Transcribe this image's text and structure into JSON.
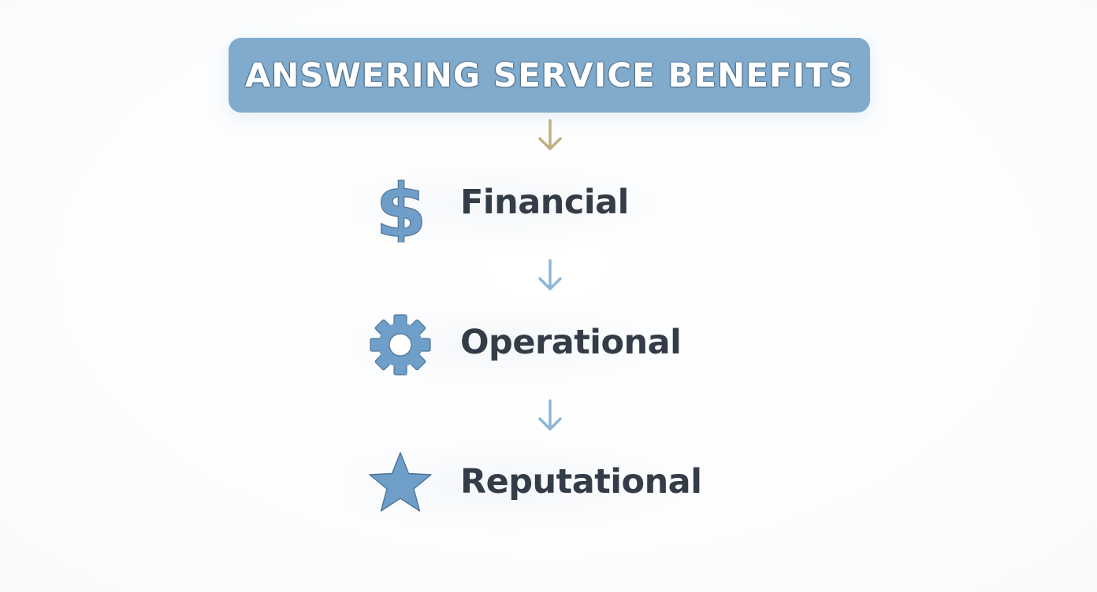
{
  "title": "ANSWERING SERVICE BENEFITS",
  "colors": {
    "title_bg": "#80abcd",
    "icon_fill": "#6f9fc8",
    "icon_stroke": "#4d7396",
    "first_arrow": "#c2ae84",
    "arrow": "#8fb6d6",
    "label_text": "#343d47"
  },
  "items": [
    {
      "label": "Financial",
      "icon": "dollar-sign-icon"
    },
    {
      "label": "Operational",
      "icon": "gear-icon"
    },
    {
      "label": "Reputational",
      "icon": "star-icon"
    }
  ]
}
